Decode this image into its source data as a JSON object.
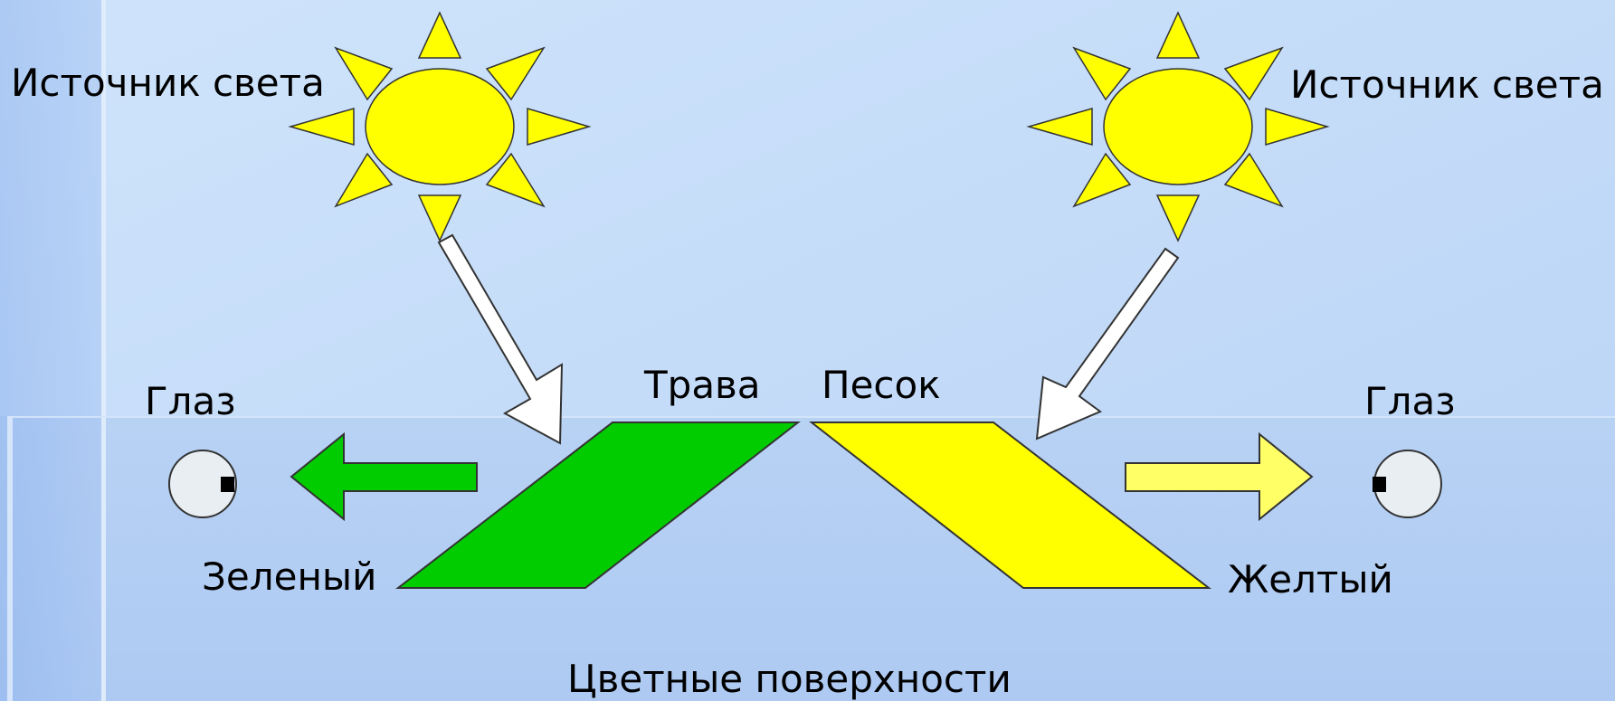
{
  "labels": {
    "light_source_left": "Источник света",
    "light_source_right": "Источник света",
    "eye_left": "Глаз",
    "eye_right": "Глаз",
    "grass": "Трава",
    "sand": "Песок",
    "green": "Зеленый",
    "yellow": "Желтый",
    "caption": "Цветные поверхности"
  },
  "colors": {
    "background_top": "#c6def8",
    "background_bottom": "#b4cdf4",
    "sun": "#ffff00",
    "grass": "#00cc00",
    "sand": "#ffff00",
    "green_arrow": "#00cc00",
    "yellow_arrow": "#ffff66",
    "incident_arrow": "#ffffff",
    "eye": "#e8eef2"
  },
  "icons": {
    "sun_left": "sun-icon",
    "sun_right": "sun-icon",
    "eye_left": "eye-icon",
    "eye_right": "eye-icon"
  }
}
